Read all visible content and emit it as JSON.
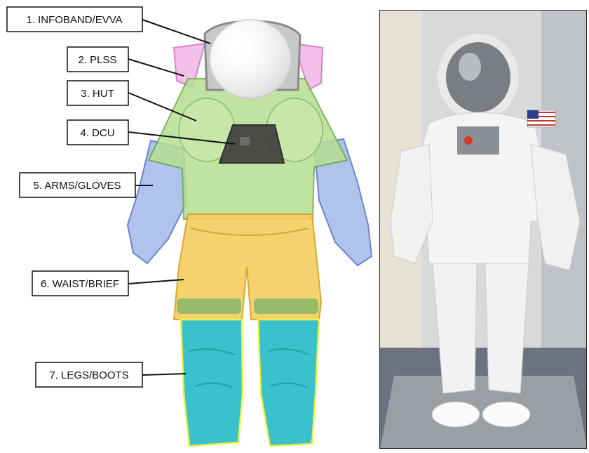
{
  "labels": [
    {
      "id": "infoband",
      "text": "1. INFOBAND/EVVA"
    },
    {
      "id": "plss",
      "text": "2. PLSS"
    },
    {
      "id": "hut",
      "text": "3. HUT"
    },
    {
      "id": "dcu",
      "text": "4. DCU"
    },
    {
      "id": "arms",
      "text": "5. ARMS/GLOVES"
    },
    {
      "id": "waist",
      "text": "6. WAIST/BRIEF"
    },
    {
      "id": "legs",
      "text": "7. LEGS/BOOTS"
    }
  ],
  "colors": {
    "plss": "#e8a8e0",
    "hut": "#9fd67a",
    "dcu": "#3a3a3a",
    "arms": "#8fa8e0",
    "waist": "#f4c64a",
    "legs": "#2fbfc8",
    "legs_outline": "#f0f040",
    "helmet": "#bdbdbd"
  }
}
